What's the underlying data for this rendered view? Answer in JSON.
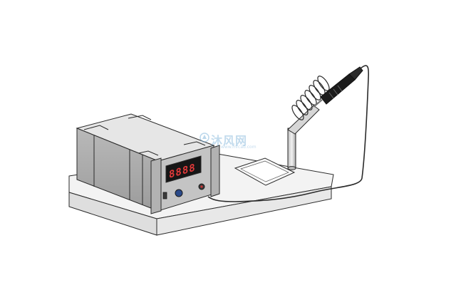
{
  "scene": {
    "subject": "soldering-station",
    "colors": {
      "background": "#ffffff",
      "outline": "#2a2a2a",
      "base_top": "#f1f1f1",
      "base_front": "#dcdcdc",
      "box_top": "#e4e4e4",
      "box_front": "#a9a9a9",
      "box_side": "#bdbdbd",
      "display_bg": "#161616",
      "digit": "#e23a3a",
      "cable": "#2b2b2b",
      "handle": "#1c1c1c",
      "stand": "#cfcfcf"
    },
    "display": {
      "digits": "8888"
    },
    "watermark": {
      "text": "沐风网",
      "url": "www.mfcad.com"
    }
  }
}
